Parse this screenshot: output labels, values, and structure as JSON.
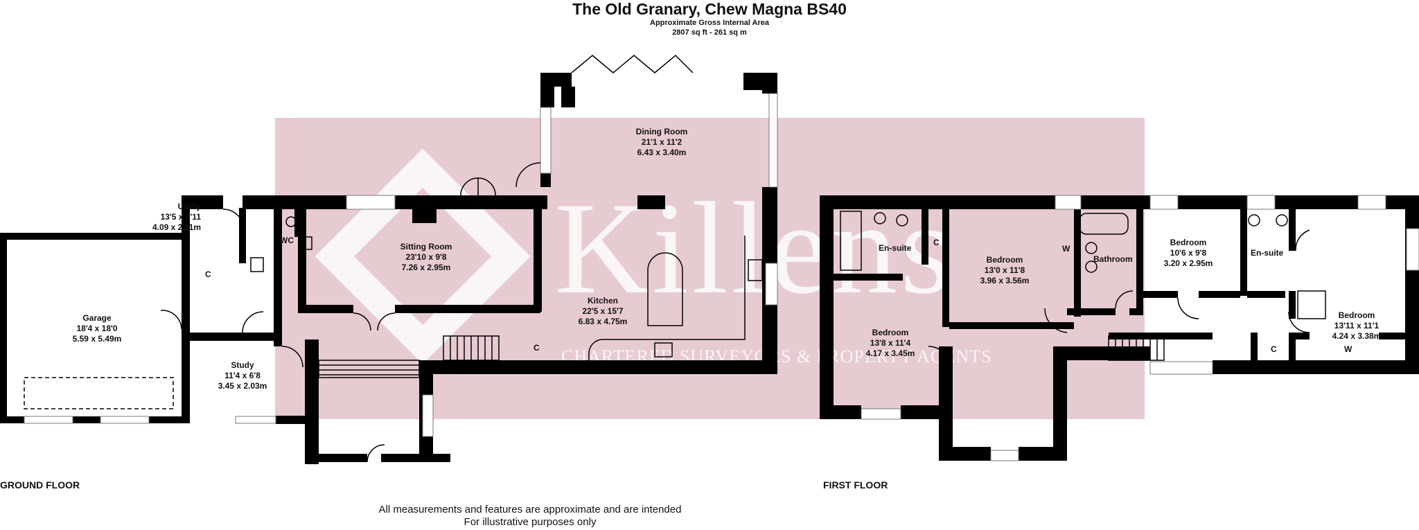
{
  "header": {
    "title": "The Old Granary, Chew Magna BS40",
    "subtitle": "Approximate Gross Internal Area",
    "area": "2807 sq ft - 261 sq m"
  },
  "watermark": {
    "brand": "Killens",
    "tagline": "CHARTERED SURVEYORS & PROPERTY AGENTS"
  },
  "floors": {
    "ground": "GROUND FLOOR",
    "first": "FIRST FLOOR"
  },
  "rooms": {
    "dining": {
      "name": "Dining Room",
      "imperial": "21'1 x 11'2",
      "metric": "6.43 x 3.40m"
    },
    "utility": {
      "name": "Utility",
      "imperial": "13'5 x 6'11",
      "metric": "4.09 x 2.11m"
    },
    "sitting": {
      "name": "Sitting Room",
      "imperial": "23'10 x 9'8",
      "metric": "7.26 x 2.95m"
    },
    "kitchen": {
      "name": "Kitchen",
      "imperial": "22'5 x 15'7",
      "metric": "6.83 x 4.75m"
    },
    "garage": {
      "name": "Garage",
      "imperial": "18'4 x 18'0",
      "metric": "5.59 x 5.49m"
    },
    "study": {
      "name": "Study",
      "imperial": "11'4 x 6'8",
      "metric": "3.45 x 2.03m"
    },
    "bed1": {
      "name": "Bedroom",
      "imperial": "13'0 x 11'8",
      "metric": "3.96 x 3.56m"
    },
    "bed2": {
      "name": "Bedroom",
      "imperial": "10'6 x 9'8",
      "metric": "3.20 x 2.95m"
    },
    "bed3": {
      "name": "Bedroom",
      "imperial": "13'11 x 11'1",
      "metric": "4.24 x 3.38m"
    },
    "bed4": {
      "name": "Bedroom",
      "imperial": "13'8 x 11'4",
      "metric": "4.17 x 3.45m"
    }
  },
  "labels": {
    "wc": "WC",
    "c": "C",
    "w": "W",
    "ensuite": "En-suite",
    "bathroom": "Bathroom"
  },
  "footer": {
    "line1": "All measurements and features are approximate and are intended",
    "line2": "For illustrative purposes only"
  }
}
